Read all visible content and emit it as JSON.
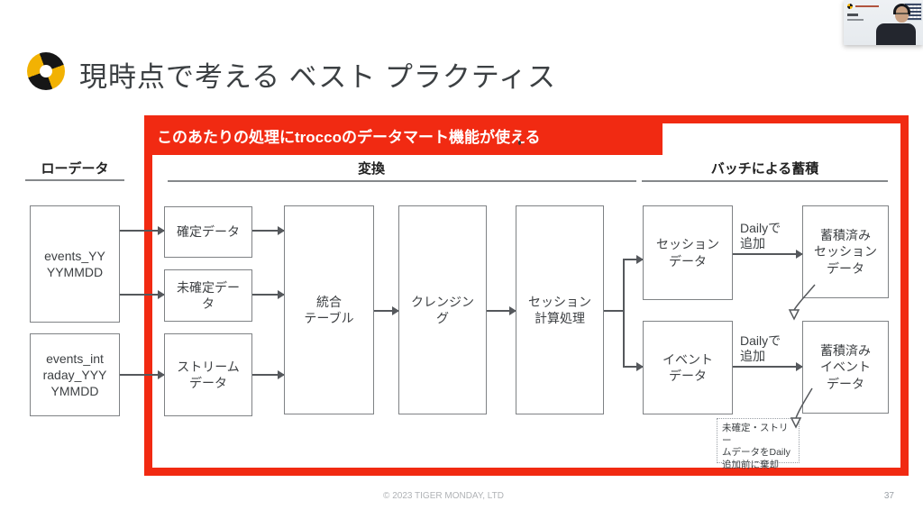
{
  "slide": {
    "title": "現時点で考える ベスト プラクティス",
    "footer": "© 2023 TIGER MONDAY, LTD",
    "page_number": "37"
  },
  "banner": {
    "text": "このあたりの処理にtroccoのデータマート機能が使える"
  },
  "sections": {
    "raw": "ローデータ",
    "transform": "変換",
    "batch": "バッチによる蓄積"
  },
  "boxes": {
    "events_daily": "events_YY\nYYMMDD",
    "events_intraday": "events_int\nraday_YYY\nYMMDD",
    "confirmed": "確定データ",
    "unconfirmed": "未確定デー\nタ",
    "stream": "ストリーム\nデータ",
    "integrated": "統合\nテーブル",
    "cleansing": "クレンジン\nグ",
    "session_calc": "セッション\n計算処理",
    "session_data": "セッション\nデータ",
    "event_data": "イベント\nデータ",
    "acc_session": "蓄積済み\nセッション\nデータ",
    "acc_event": "蓄積済み\nイベント\nデータ"
  },
  "labels": {
    "daily_add_top": "Dailyで\n追加",
    "daily_add_bottom": "Dailyで\n追加",
    "note": "未確定・ストリー\nムデータをDaily\n追加前に棄却"
  },
  "colors": {
    "accent_red": "#F12A12",
    "brand_yellow": "#F2B203"
  }
}
